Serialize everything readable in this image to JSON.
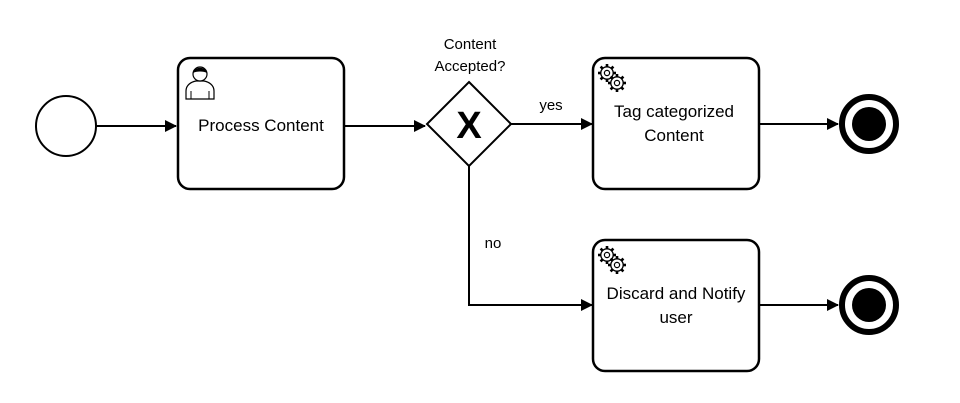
{
  "diagram": {
    "start_event": {
      "type": "start-event"
    },
    "tasks": {
      "process_content": {
        "label": "Process Content",
        "kind": "user-task",
        "icon": "user-icon"
      },
      "tag_content": {
        "label_line1": "Tag categorized",
        "label_line2": "Content",
        "kind": "service-task",
        "icon": "gears-icon"
      },
      "discard_notify": {
        "label_line1": "Discard and Notify",
        "label_line2": "user",
        "kind": "service-task",
        "icon": "gears-icon"
      }
    },
    "gateway": {
      "kind": "exclusive-gateway",
      "marker": "X",
      "label_line1": "Content",
      "label_line2": "Accepted?"
    },
    "flows": {
      "yes_label": "yes",
      "no_label": "no"
    },
    "end_events": [
      {
        "type": "end-event",
        "after": "tag_content"
      },
      {
        "type": "end-event",
        "after": "discard_notify"
      }
    ],
    "colors": {
      "stroke": "#000000",
      "fill": "#ffffff"
    }
  }
}
